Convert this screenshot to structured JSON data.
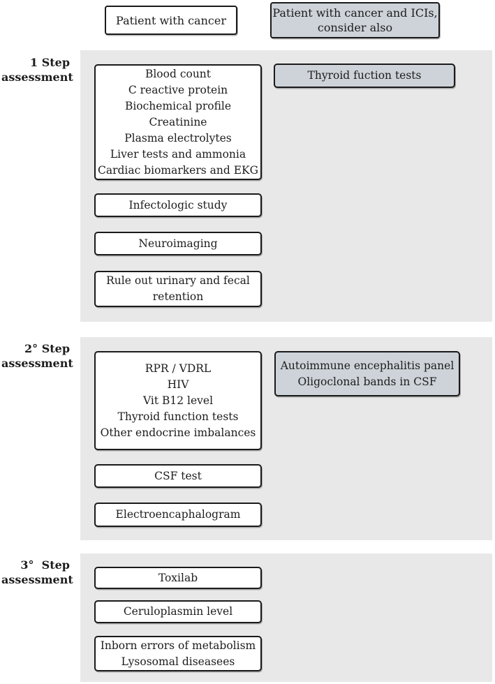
{
  "palette": {
    "panel_bg": "#e8e8e8",
    "gray_box_bg": "#cdd3d9",
    "white_box_bg": "#ffffff",
    "border": "#1a1a1a",
    "text": "#1d1d1d"
  },
  "header": {
    "left_box_lines": [
      "Patient with cancer"
    ],
    "right_box_lines": [
      "Patient with cancer and ICIs,",
      "consider also"
    ]
  },
  "sections": [
    {
      "label_lines": [
        "1 Step",
        "assessment"
      ],
      "left_boxes": [
        {
          "lines": [
            "Blood count",
            "C reactive protein",
            "Biochemical profile",
            "Creatinine",
            "Plasma electrolytes",
            "Liver tests and ammonia",
            "Cardiac biomarkers and EKG"
          ]
        },
        {
          "lines": [
            "Infectologic study"
          ]
        },
        {
          "lines": [
            "Neuroimaging"
          ]
        },
        {
          "lines": [
            "Rule out urinary and fecal",
            "retention"
          ]
        }
      ],
      "right_boxes": [
        {
          "lines": [
            "Thyroid fuction tests"
          ]
        }
      ]
    },
    {
      "label_lines": [
        "2° Step",
        "assessment"
      ],
      "left_boxes": [
        {
          "lines": [
            "RPR / VDRL",
            "HIV",
            "Vit B12 level",
            "Thyroid function tests",
            "Other endocrine imbalances"
          ]
        },
        {
          "lines": [
            "CSF test"
          ]
        },
        {
          "lines": [
            "Electroencaphalogram"
          ]
        }
      ],
      "right_boxes": [
        {
          "lines": [
            "Autoimmune encephalitis panel",
            "Oligoclonal bands in CSF"
          ]
        }
      ]
    },
    {
      "label_lines": [
        "3°  Step",
        "assessment"
      ],
      "left_boxes": [
        {
          "lines": [
            "Toxilab"
          ]
        },
        {
          "lines": [
            "Ceruloplasmin level"
          ]
        },
        {
          "lines": [
            "Inborn errors of metabolism",
            "Lysosomal diseasees"
          ]
        }
      ],
      "right_boxes": []
    }
  ]
}
